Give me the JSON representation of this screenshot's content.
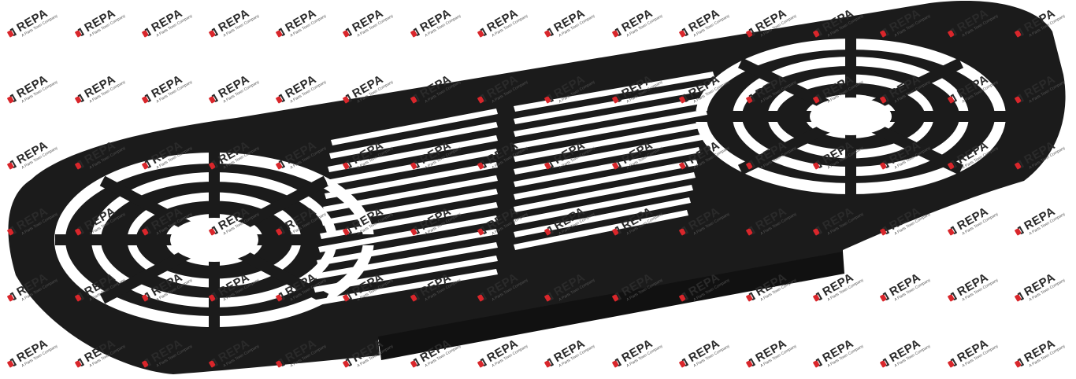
{
  "image": {
    "subject": "black perforated fan grille plate",
    "background_color": "#ffffff",
    "plate_color": "#1b1b1b"
  },
  "watermark": {
    "brand": "REPA",
    "tagline": "A Parts Town Company",
    "mark_color": "#d9262b",
    "text_color": "#2a2a2a"
  }
}
